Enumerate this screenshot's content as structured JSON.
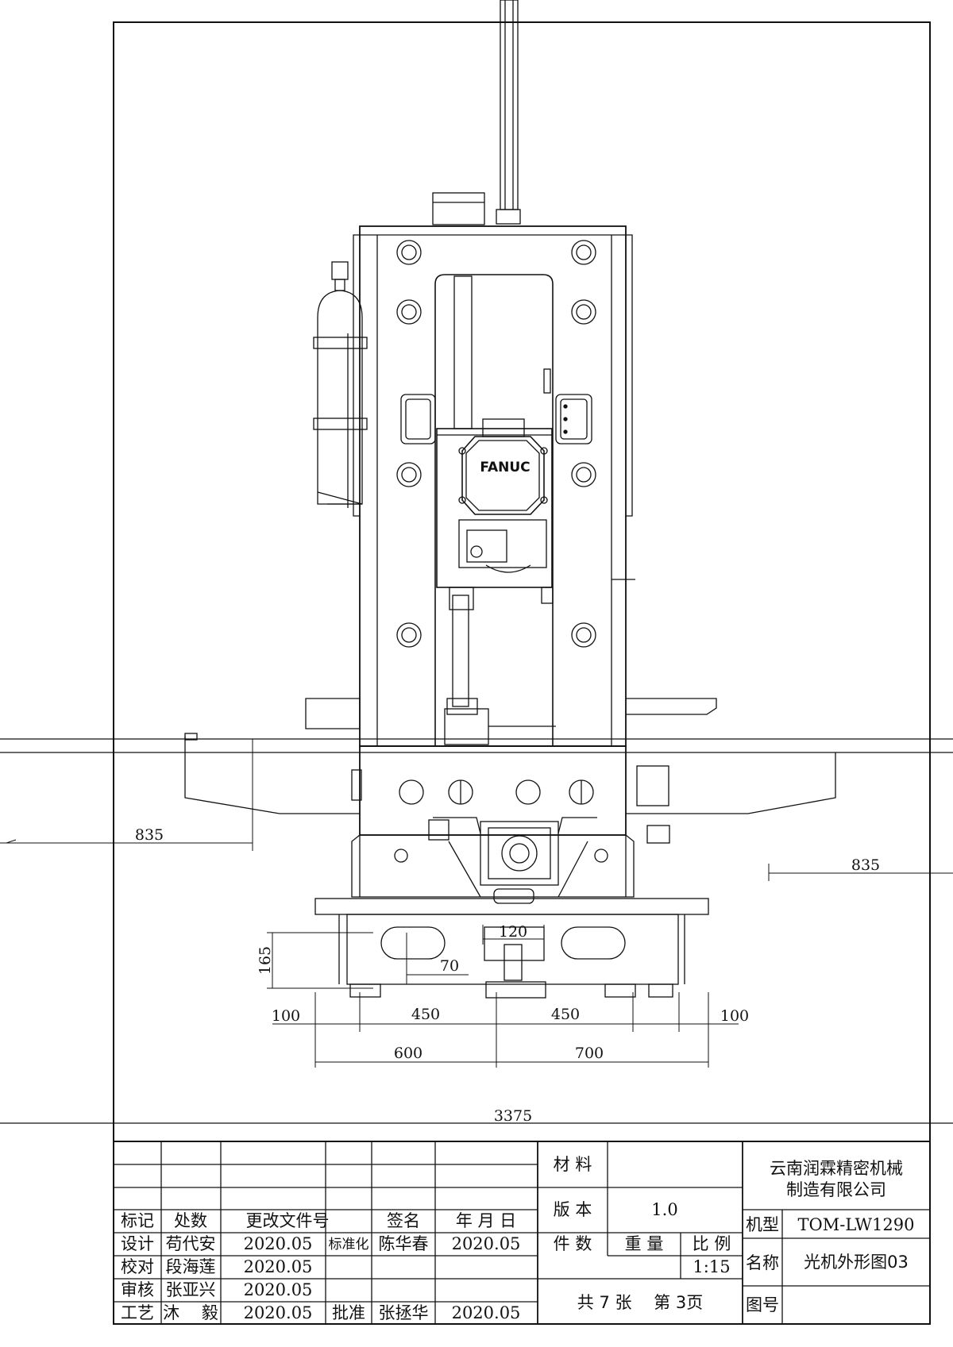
{
  "brand_label": "FANUC",
  "dimensions": {
    "left_overhang": "835",
    "right_overhang": "835",
    "slot_width": "120",
    "slot_height": "165",
    "slot_offset": "70",
    "left_edge": "100",
    "left_half_450": "450",
    "right_half_450": "450",
    "right_edge": "100",
    "left_600": "600",
    "right_700": "700",
    "overall": "3375"
  },
  "title_block": {
    "headers": {
      "mark": "标记",
      "count": "处数",
      "change_doc": "更改文件号",
      "signature": "签名",
      "date": "年 月 日"
    },
    "rows": [
      {
        "role": "设计",
        "name": "苟代安",
        "date": "2020.05",
        "role2": "标准化",
        "name2": "陈华春",
        "date2": "2020.05"
      },
      {
        "role": "校对",
        "name": "段海莲",
        "date": "2020.05",
        "role2": "",
        "name2": "",
        "date2": ""
      },
      {
        "role": "审核",
        "name": "张亚兴",
        "date": "2020.05",
        "role2": "",
        "name2": "",
        "date2": ""
      },
      {
        "role": "工艺",
        "name": "沐 　毅",
        "date": "2020.05",
        "role2": "批准",
        "name2": "张拯华",
        "date2": "2020.05"
      }
    ],
    "material_label": "材 料",
    "material_value": "",
    "version_label": "版 本",
    "version_value": "1.0",
    "pieces_label": "件 数",
    "weight_label": "重 量",
    "scale_label": "比 例",
    "scale_value": "1:15",
    "sheets": "共 7 张　 第 3页",
    "company_line1": "云南润霖精密机械",
    "company_line2": "制造有限公司",
    "model_label": "机型",
    "model_value": "TOM-LW1290",
    "name_label": "名称",
    "name_value": "光机外形图03",
    "drawing_no_label": "图号",
    "drawing_no_value": ""
  }
}
